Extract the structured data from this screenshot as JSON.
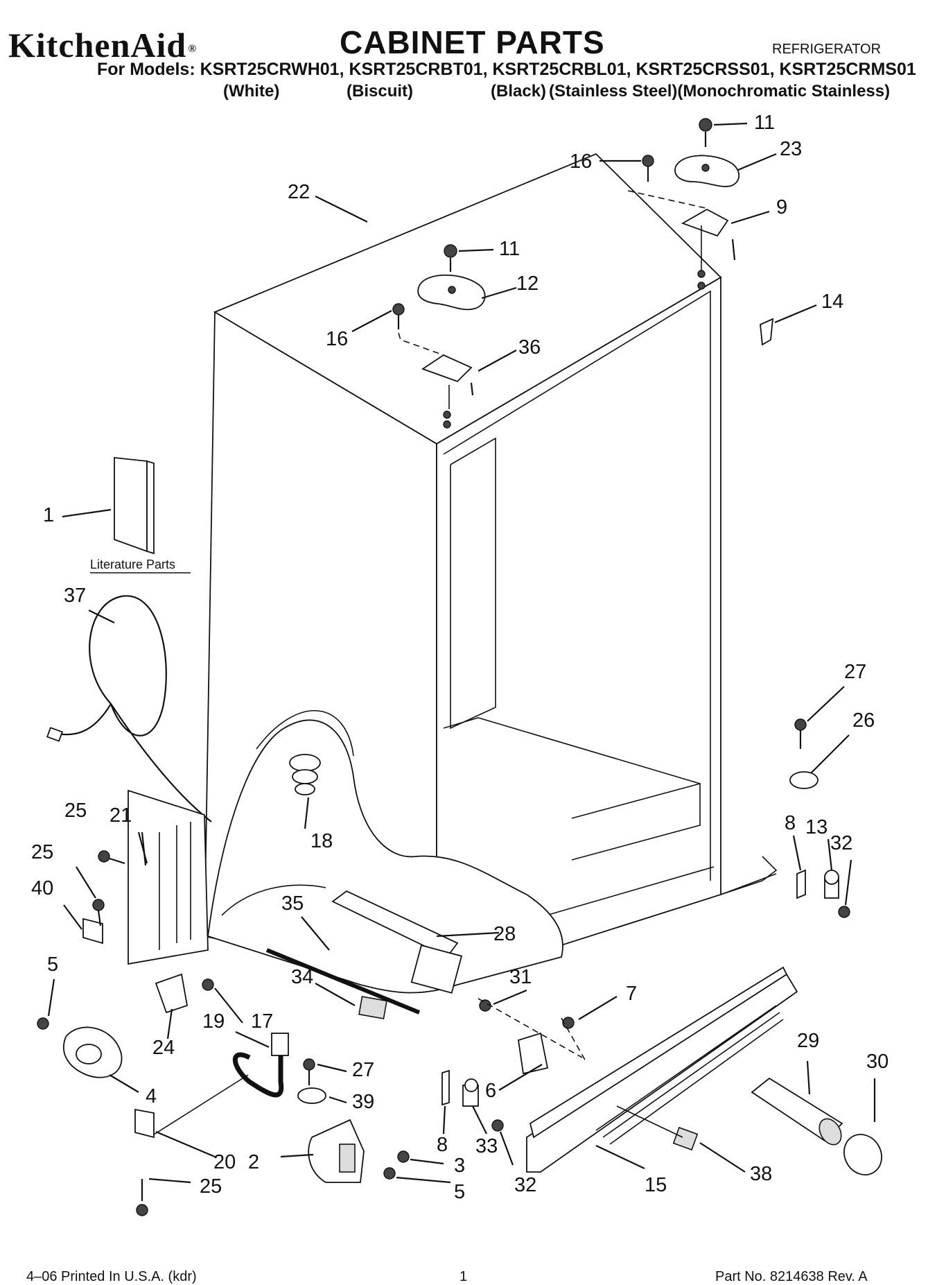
{
  "header": {
    "brand": "KitchenAid",
    "brand_mark": "®",
    "title": "CABINET PARTS",
    "appliance": "REFRIGERATOR",
    "models_line": "For Models: KSRT25CRWH01, KSRT25CRBT01, KSRT25CRBL01, KSRT25CRSS01, KSRT25CRMS01",
    "colors": [
      "(White)",
      "(Biscuit)",
      "(Black)",
      "(Stainless Steel)(Monochromatic Stainless)"
    ]
  },
  "diagram": {
    "literature_caption": "Literature Parts",
    "callouts": [
      {
        "id": "c11a",
        "label": "11"
      },
      {
        "id": "c23",
        "label": "23"
      },
      {
        "id": "c16a",
        "label": "16"
      },
      {
        "id": "c9",
        "label": "9"
      },
      {
        "id": "c22",
        "label": "22"
      },
      {
        "id": "c11b",
        "label": "11"
      },
      {
        "id": "c12",
        "label": "12"
      },
      {
        "id": "c14",
        "label": "14"
      },
      {
        "id": "c16b",
        "label": "16"
      },
      {
        "id": "c36",
        "label": "36"
      },
      {
        "id": "c1",
        "label": "1"
      },
      {
        "id": "c37",
        "label": "37"
      },
      {
        "id": "c27a",
        "label": "27"
      },
      {
        "id": "c26",
        "label": "26"
      },
      {
        "id": "c25a",
        "label": "25"
      },
      {
        "id": "c21",
        "label": "21"
      },
      {
        "id": "c18",
        "label": "18"
      },
      {
        "id": "c8a",
        "label": "8"
      },
      {
        "id": "c13",
        "label": "13"
      },
      {
        "id": "c32a",
        "label": "32"
      },
      {
        "id": "c25b",
        "label": "25"
      },
      {
        "id": "c40",
        "label": "40"
      },
      {
        "id": "c35",
        "label": "35"
      },
      {
        "id": "c28",
        "label": "28"
      },
      {
        "id": "c5a",
        "label": "5"
      },
      {
        "id": "c31",
        "label": "31"
      },
      {
        "id": "c34",
        "label": "34"
      },
      {
        "id": "c7",
        "label": "7"
      },
      {
        "id": "c19",
        "label": "19"
      },
      {
        "id": "c17",
        "label": "17"
      },
      {
        "id": "c24",
        "label": "24"
      },
      {
        "id": "c29",
        "label": "29"
      },
      {
        "id": "c30",
        "label": "30"
      },
      {
        "id": "c27b",
        "label": "27"
      },
      {
        "id": "c4",
        "label": "4"
      },
      {
        "id": "c39",
        "label": "39"
      },
      {
        "id": "c6",
        "label": "6"
      },
      {
        "id": "c8b",
        "label": "8"
      },
      {
        "id": "c33",
        "label": "33"
      },
      {
        "id": "c20",
        "label": "20"
      },
      {
        "id": "c2",
        "label": "2"
      },
      {
        "id": "c3",
        "label": "3"
      },
      {
        "id": "c38",
        "label": "38"
      },
      {
        "id": "c25c",
        "label": "25"
      },
      {
        "id": "c5b",
        "label": "5"
      },
      {
        "id": "c32b",
        "label": "32"
      },
      {
        "id": "c15",
        "label": "15"
      }
    ]
  },
  "footer": {
    "printed": "4–06 Printed In U.S.A. (kdr)",
    "page": "1",
    "part_no": "Part No. 8214638 Rev. A"
  }
}
